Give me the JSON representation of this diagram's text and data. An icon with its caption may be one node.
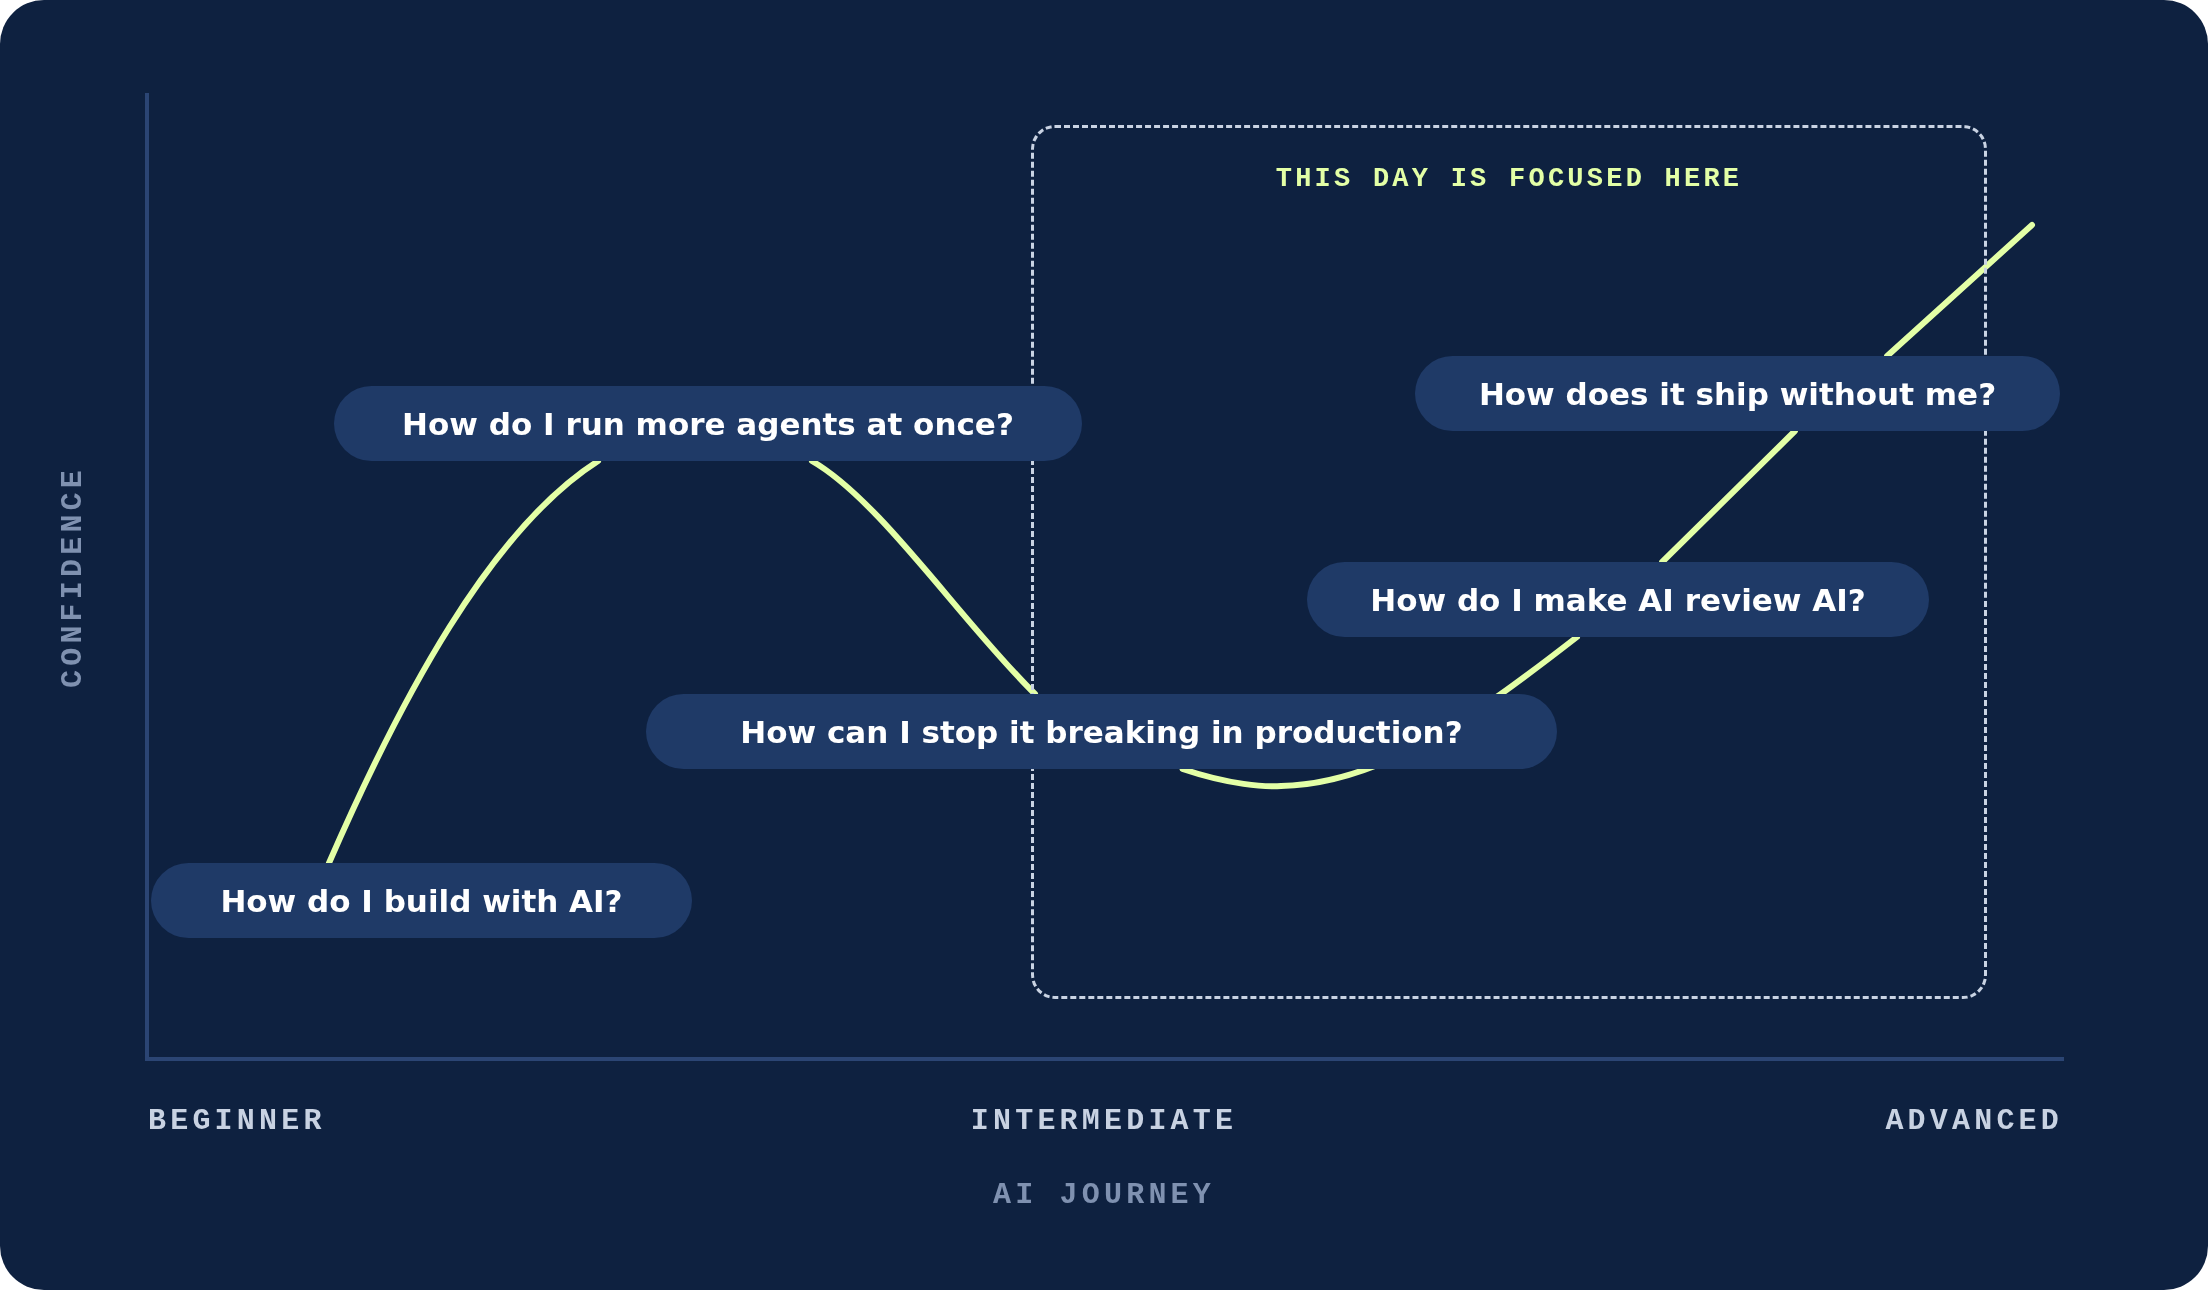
{
  "diagram": {
    "nodes": [
      {
        "text": [
          "THIS DAY IS FOCUSED HERE"
        ]
      },
      {
        "text": [
          "How do I build with AI?"
        ]
      },
      {
        "text": [
          "How do I run more agents at once?"
        ]
      },
      {
        "text": [
          "How can I stop it breaking in production?"
        ]
      },
      {
        "text": [
          "How do I make AI review AI?"
        ],
        "in": 0
      },
      {
        "text": [
          "How does it ship without me?"
        ]
      }
    ],
    "edges": [
      {
        "from": 1,
        "to": 2,
        "arrow": "none"
      },
      {
        "from": 2,
        "to": 3,
        "arrow": "none"
      },
      {
        "from": 3,
        "to": 4,
        "arrow": "none"
      },
      {
        "from": 4,
        "to": 5,
        "arrow": "none"
      },
      {
        "from": 5,
        "to": null,
        "arrow": "none"
      }
    ],
    "labels": [
      "CONFIDENCE",
      "BEGINNER",
      "INTERMEDIATE",
      "ADVANCED",
      "AI JOURNEY"
    ]
  }
}
